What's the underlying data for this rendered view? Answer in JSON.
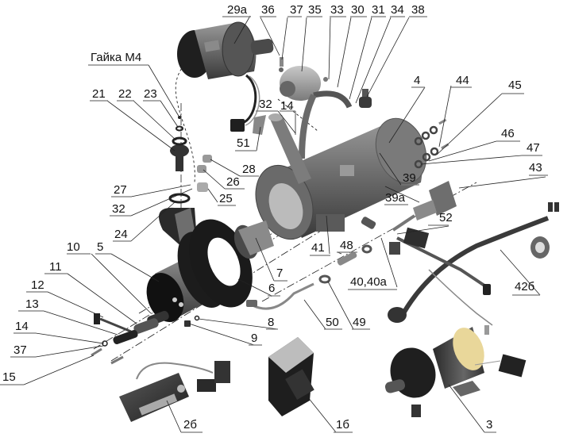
{
  "title": "Exploded view of liquid heater assembly",
  "labels": {
    "l29a": "29а",
    "l36": "36",
    "l37a": "37",
    "l35": "35",
    "l33": "33",
    "l30": "30",
    "l31": "31",
    "l34": "34",
    "l38": "38",
    "nut": "Гайка М4",
    "l21": "21",
    "l22": "22",
    "l23": "23",
    "l32a": "32",
    "l14a": "14",
    "l51": "51",
    "l28": "28",
    "l26": "26",
    "l25": "25",
    "l27": "27",
    "l32b": "32",
    "l24": "24",
    "l4": "4",
    "l44": "44",
    "l45": "45",
    "l46": "46",
    "l47": "47",
    "l43": "43",
    "l39": "39",
    "l39a": "39а",
    "l52": "52",
    "l41": "41",
    "l48": "48",
    "l40": "40,40а",
    "l42b": "42б",
    "l10": "10",
    "l5": "5",
    "l11": "11",
    "l12": "12",
    "l13": "13",
    "l14b": "14",
    "l37b": "37",
    "l15": "15",
    "l7": "7",
    "l6": "6",
    "l8": "8",
    "l9": "9",
    "l50": "50",
    "l49": "49",
    "l2b": "2б",
    "l1b": "1б",
    "l3": "3"
  },
  "colors": {
    "part_dark": "#2e2e2e",
    "part_mid": "#6b6b6b",
    "part_light": "#a8a8a8",
    "accent_yellow": "#e9d79a",
    "label_text": "#111111",
    "underline": "#777777"
  }
}
